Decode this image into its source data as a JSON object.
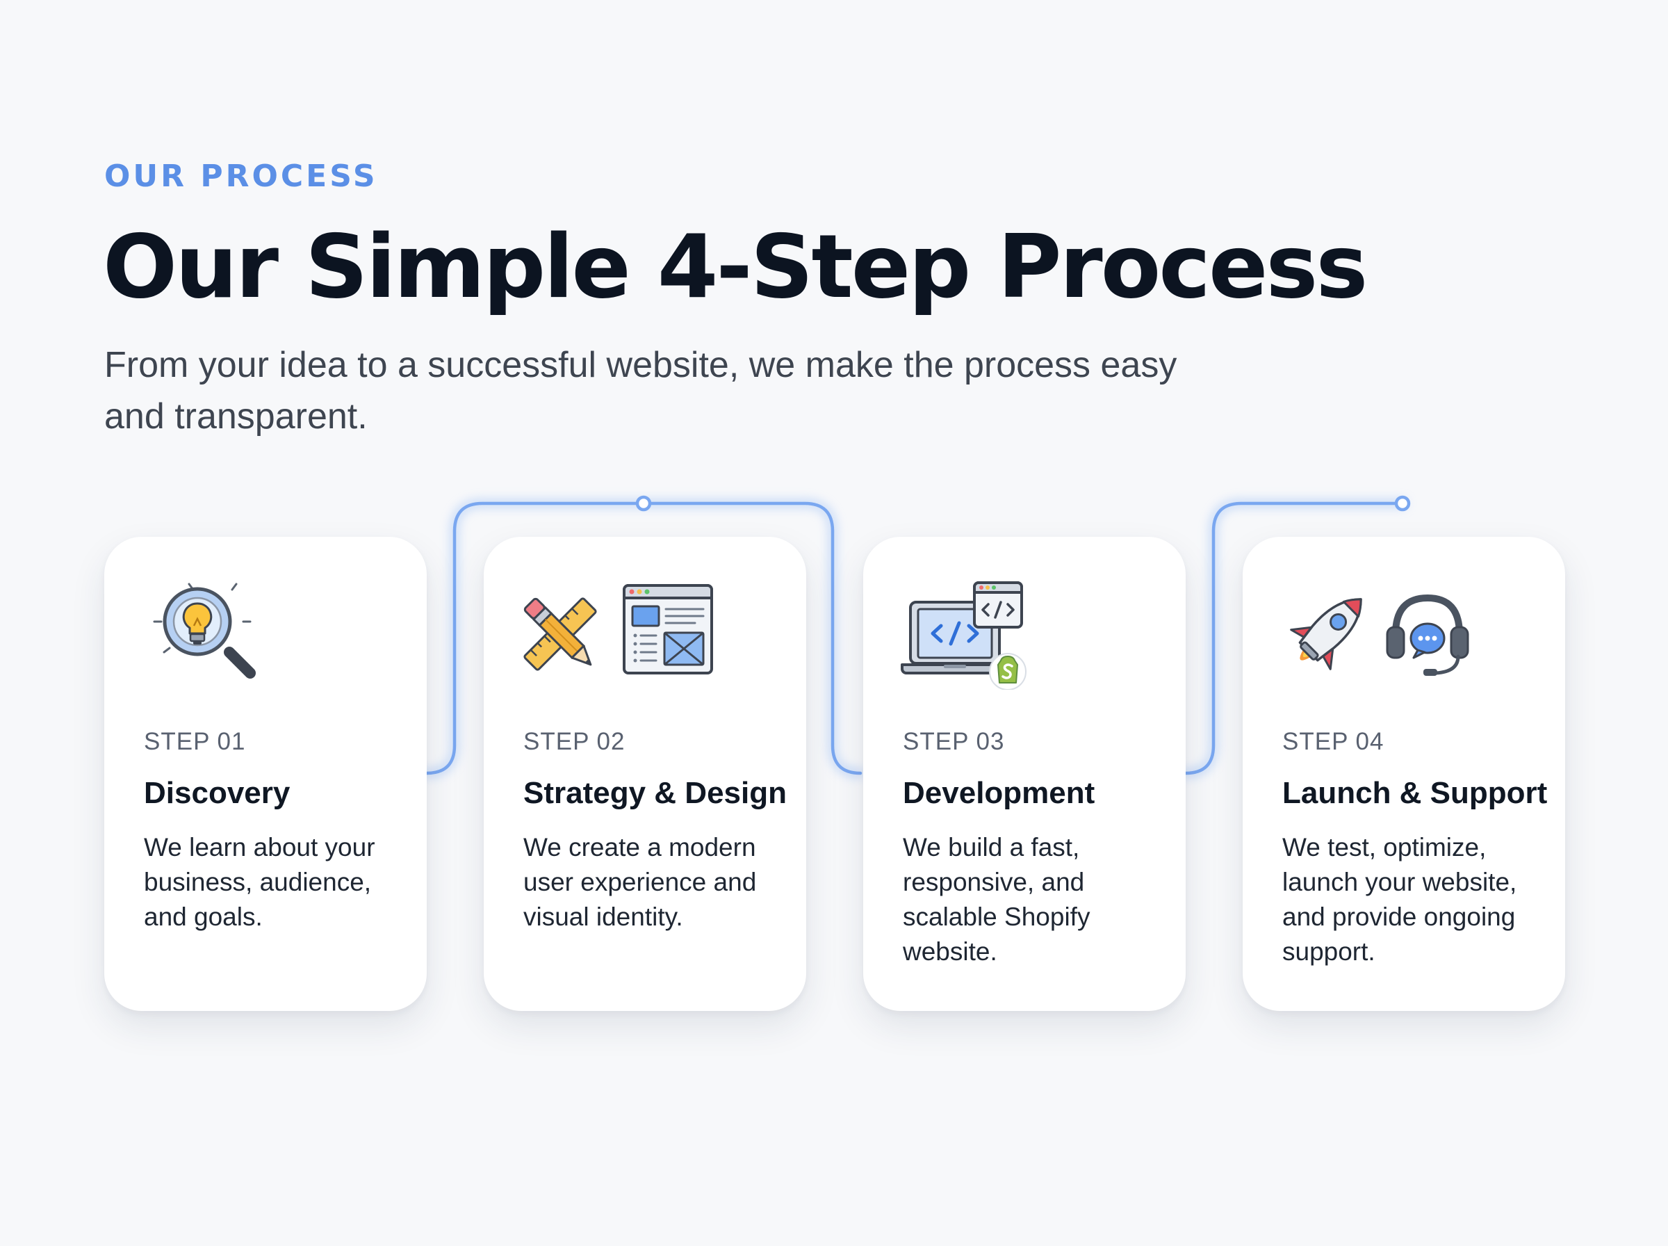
{
  "section": {
    "eyebrow": "OUR PROCESS",
    "title": "Our Simple 4-Step Process",
    "subtitle": "From your idea to a successful website, we make the process easy and transparent."
  },
  "steps": [
    {
      "step": "STEP 01",
      "title": "Discovery",
      "description": "We learn about your business, audience, and goals.",
      "icons": [
        "lightbulb-magnifier-icon"
      ]
    },
    {
      "step": "STEP 02",
      "title": "Strategy & Design",
      "description": "We create a modern user experience and visual identity.",
      "icons": [
        "pencil-ruler-icon",
        "wireframe-icon"
      ]
    },
    {
      "step": "STEP 03",
      "title": "Development",
      "description": "We build a fast, responsive, and scalable Shopify website.",
      "icons": [
        "laptop-code-icon",
        "shopify-icon"
      ]
    },
    {
      "step": "STEP 04",
      "title": "Launch & Support",
      "description": "We test, optimize, launch your website, and provide ongoing support.",
      "icons": [
        "rocket-icon",
        "headset-icon"
      ]
    }
  ],
  "colors": {
    "accent": "#5b8fe6",
    "connector": "#7aa7f0",
    "background": "#f7f8fa",
    "card": "#ffffff",
    "title": "#0c1421"
  }
}
